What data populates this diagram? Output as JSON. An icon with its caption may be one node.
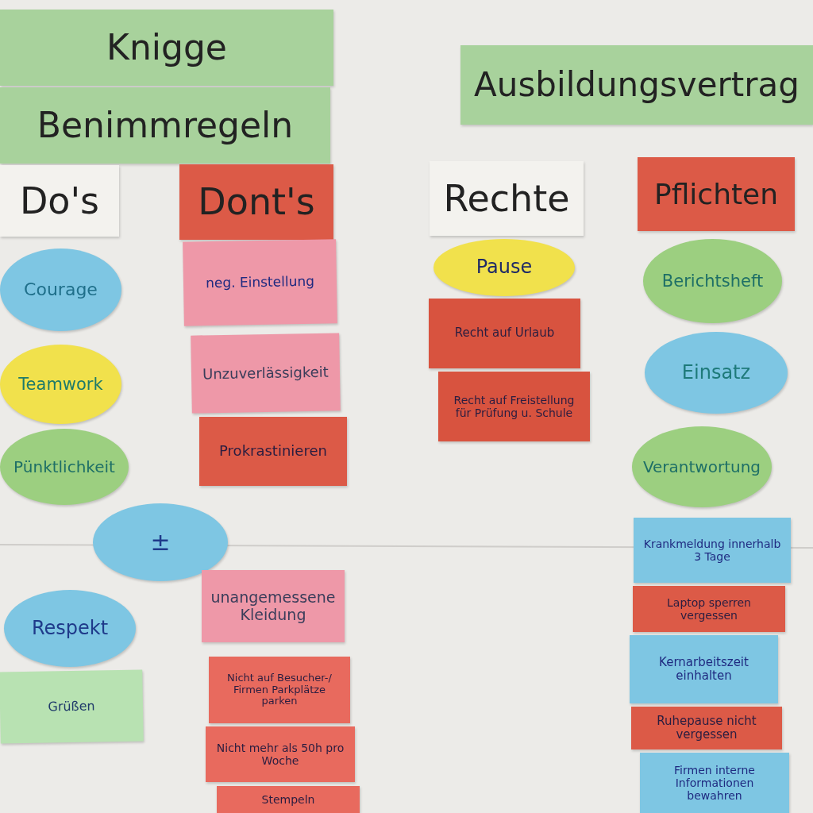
{
  "diagram": {
    "nodes": [
      {
        "text": [
          "Knigge"
        ]
      },
      {
        "text": [
          "Benimmregeln"
        ]
      },
      {
        "text": [
          "Do's"
        ]
      },
      {
        "text": [
          "Dont's"
        ]
      },
      {
        "text": [
          "Ausbildungsvertrag"
        ]
      },
      {
        "text": [
          "Rechte"
        ]
      },
      {
        "text": [
          "Pflichten"
        ]
      },
      {
        "text": [
          "Courage"
        ]
      },
      {
        "text": [
          "Teamwork"
        ]
      },
      {
        "text": [
          "Pünktlichkeit"
        ]
      },
      {
        "text": [
          "±"
        ]
      },
      {
        "text": [
          "Respekt"
        ]
      },
      {
        "text": [
          "Grüßen"
        ]
      },
      {
        "text": [
          "neg. Einstellung"
        ]
      },
      {
        "text": [
          "Unzuverlässigkeit"
        ]
      },
      {
        "text": [
          "Prokrastinieren"
        ]
      },
      {
        "text": [
          "unangemessene Kleidung"
        ]
      },
      {
        "text": [
          "Nicht auf Besucher-/ Firmen Parkplätze parken"
        ]
      },
      {
        "text": [
          "Nicht mehr als 50h pro Woche"
        ]
      },
      {
        "text": [
          "Stempeln"
        ]
      },
      {
        "text": [
          "Pause"
        ]
      },
      {
        "text": [
          "Recht auf Urlaub"
        ]
      },
      {
        "text": [
          "Recht auf Freistellung für Prüfung u. Schule"
        ]
      },
      {
        "text": [
          "Berichtsheft"
        ]
      },
      {
        "text": [
          "Einsatz"
        ]
      },
      {
        "text": [
          "Verantwortung"
        ]
      },
      {
        "text": [
          "Krankmeldung innerhalb 3 Tage"
        ]
      },
      {
        "text": [
          "Laptop sperren vergessen"
        ]
      },
      {
        "text": [
          "Kernarbeitszeit einhalten"
        ]
      },
      {
        "text": [
          "Ruhepause nicht vergessen"
        ]
      },
      {
        "text": [
          "Firmen interne Informationen bewahren"
        ]
      }
    ]
  }
}
